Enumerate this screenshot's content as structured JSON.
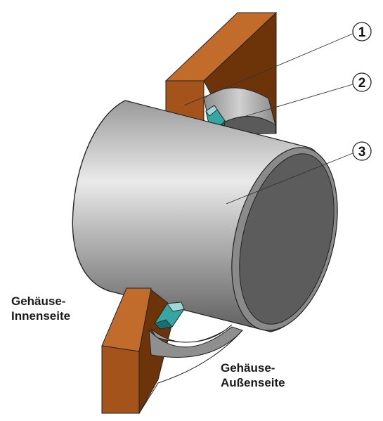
{
  "callouts": [
    {
      "number": "1"
    },
    {
      "number": "2"
    },
    {
      "number": "3"
    }
  ],
  "labels": {
    "housing_inner": "Gehäuse-\nInnenseite",
    "housing_outer": "Gehäuse-\nAußenseite"
  },
  "colors": {
    "housing_face": "#a4541b",
    "housing_top": "#c26c2c",
    "housing_side": "#6e3409",
    "shaft_light": "#e2e2e2",
    "shaft_dark": "#666666",
    "shaft_end": "#5c5c5c",
    "seal": "#34a7a3",
    "seal_light": "#9fd7d4",
    "seal_dark": "#1c6f70",
    "outline": "#222222"
  }
}
